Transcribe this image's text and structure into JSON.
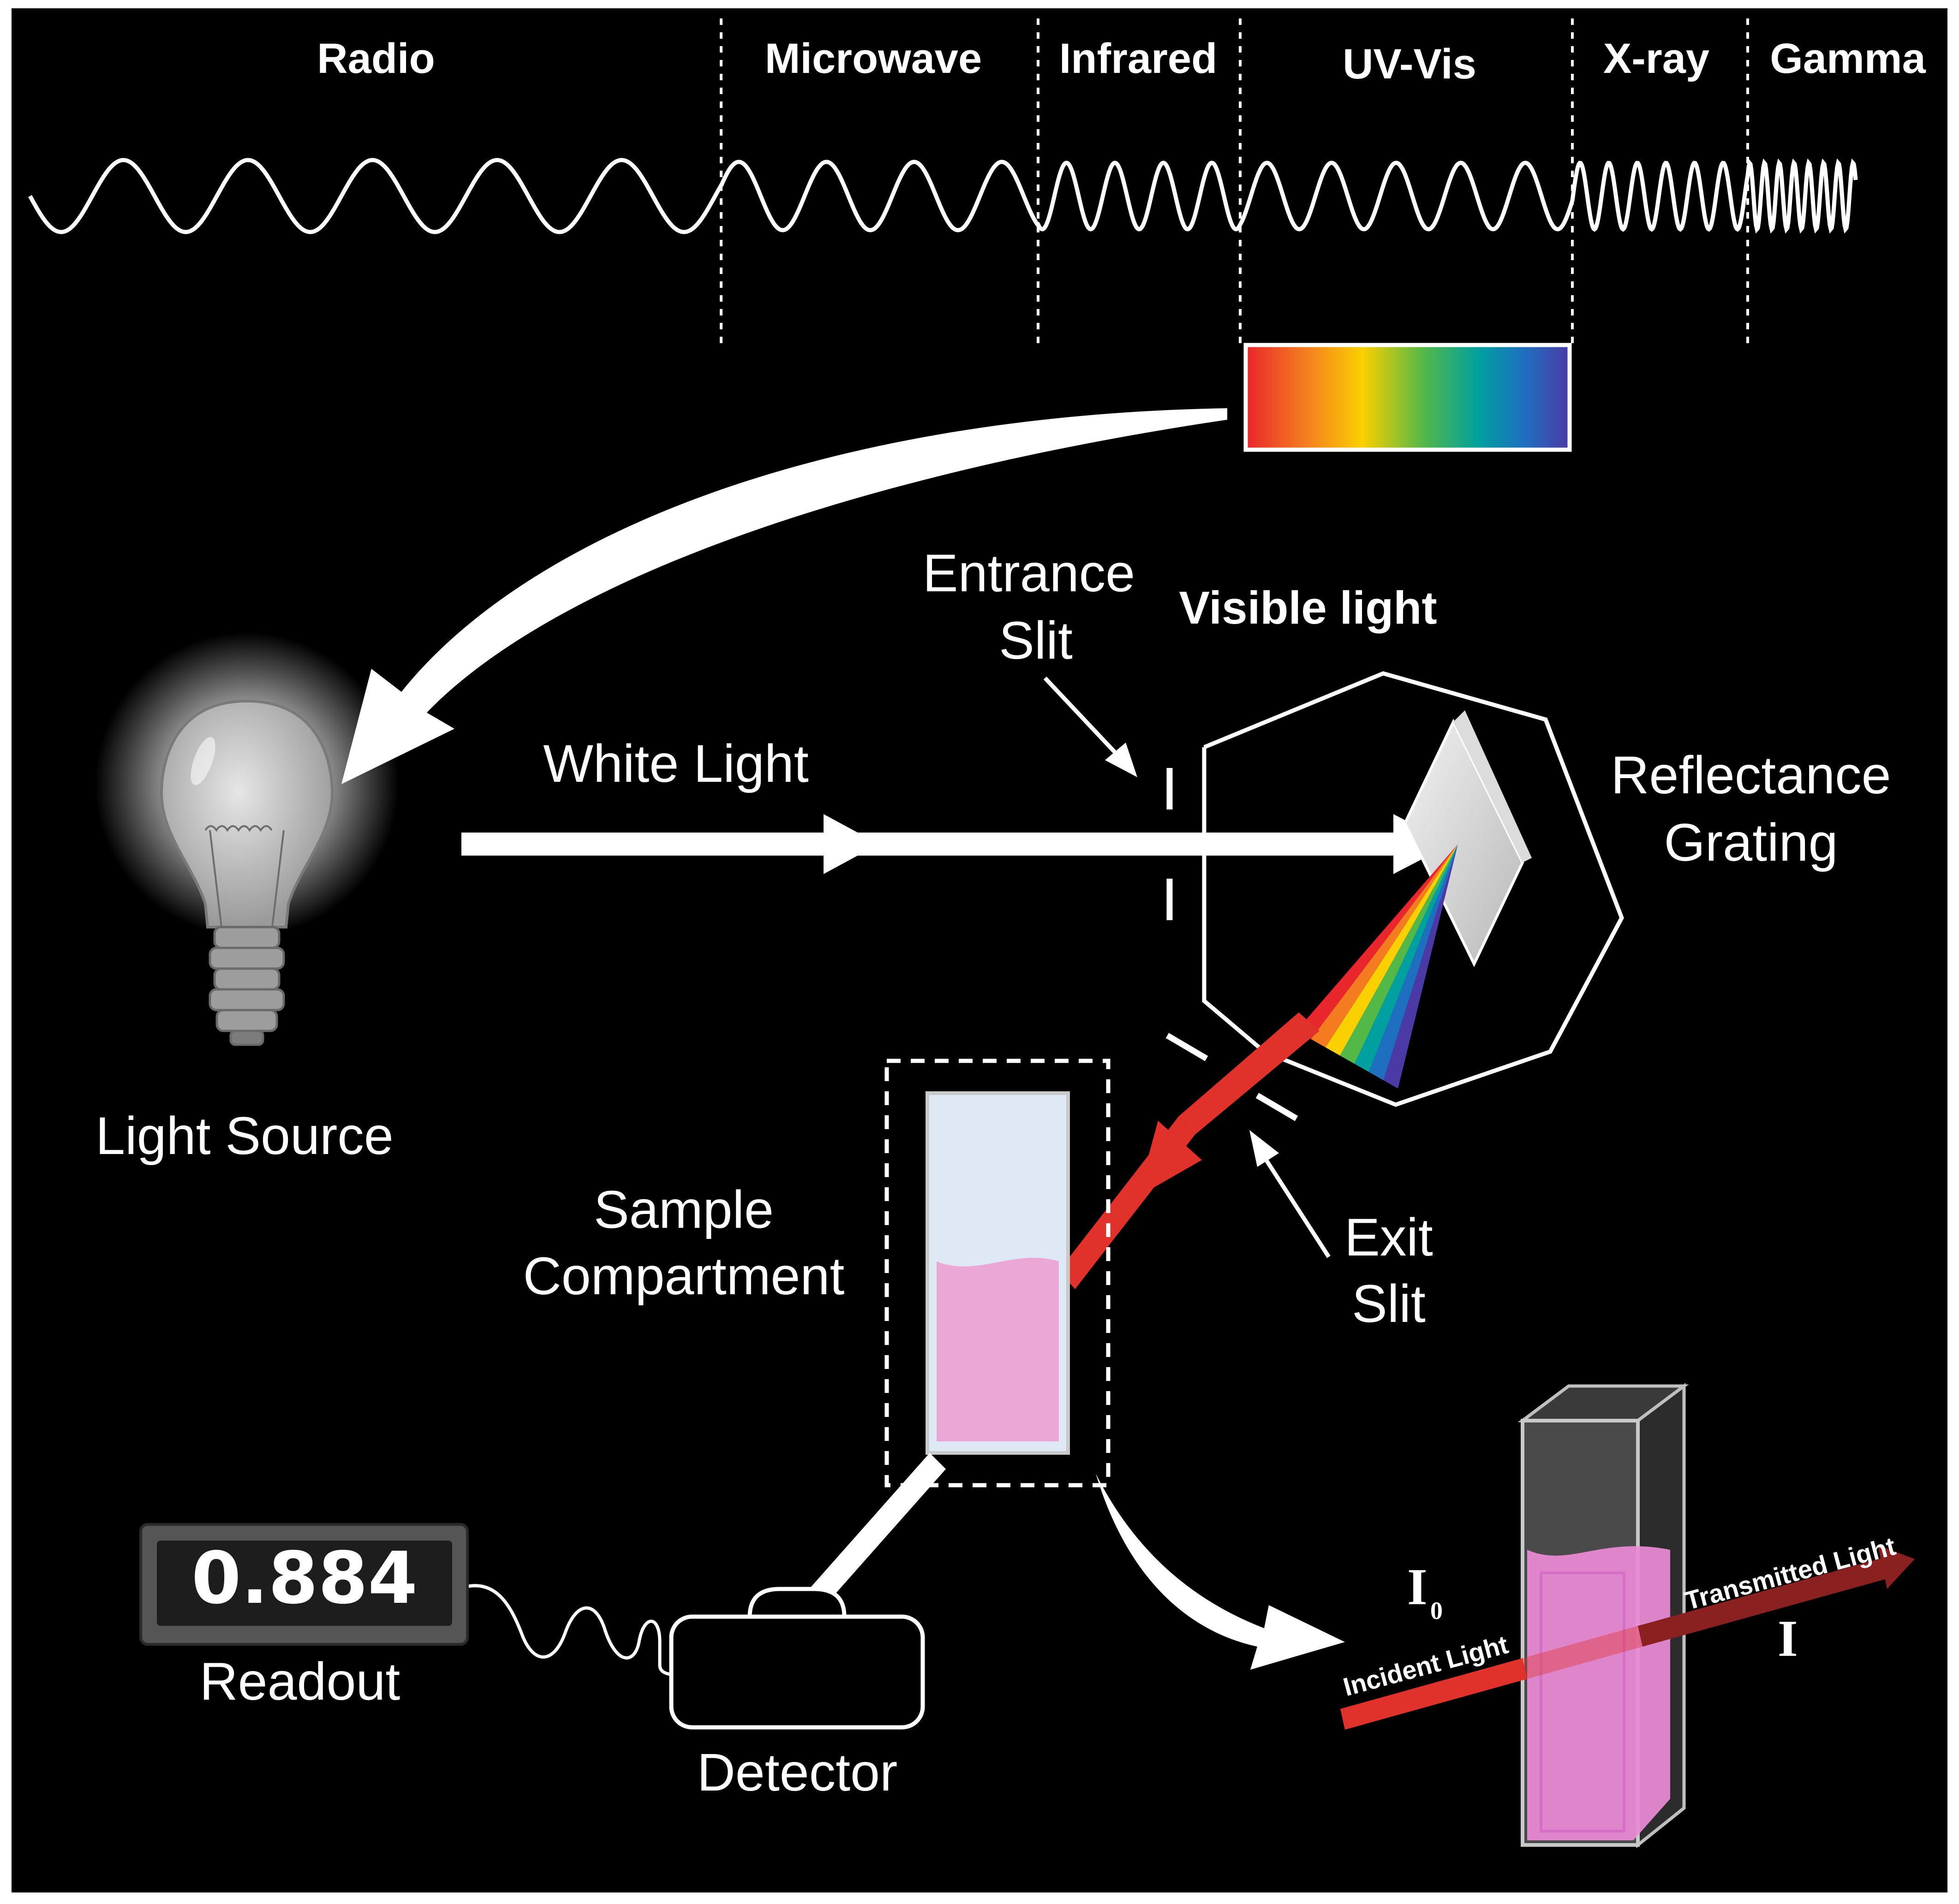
{
  "spectrum": {
    "bands": [
      "Radio",
      "Microwave",
      "Infrared",
      "UV-Vis",
      "X-ray",
      "Gamma"
    ],
    "visible_colors": [
      "#e8262c",
      "#f47b20",
      "#fbd000",
      "#52b848",
      "#00a0a0",
      "#1f6fc0",
      "#4b3aa6"
    ]
  },
  "labels": {
    "entrance_slit_line1": "Entrance",
    "entrance_slit_line2": "Slit",
    "visible_light": "Visible light",
    "white_light": "White Light",
    "grating_line1": "Reflectance",
    "grating_line2": "Grating",
    "light_source": "Light Source",
    "sample_line1": "Sample",
    "sample_line2": "Compartment",
    "exit_slit_line1": "Exit",
    "exit_slit_line2": "Slit",
    "readout": "Readout",
    "detector": "Detector",
    "incident_light": "Incident Light",
    "transmitted_light": "Transmitted Light",
    "i0_symbol": "I",
    "i0_subscript": "0",
    "i_symbol": "I"
  },
  "readout": {
    "value": "0.884"
  },
  "colors": {
    "background": "#000000",
    "beam_red": "#e0322a",
    "sample_pink": "#eba8d6",
    "line_white": "#ffffff"
  }
}
